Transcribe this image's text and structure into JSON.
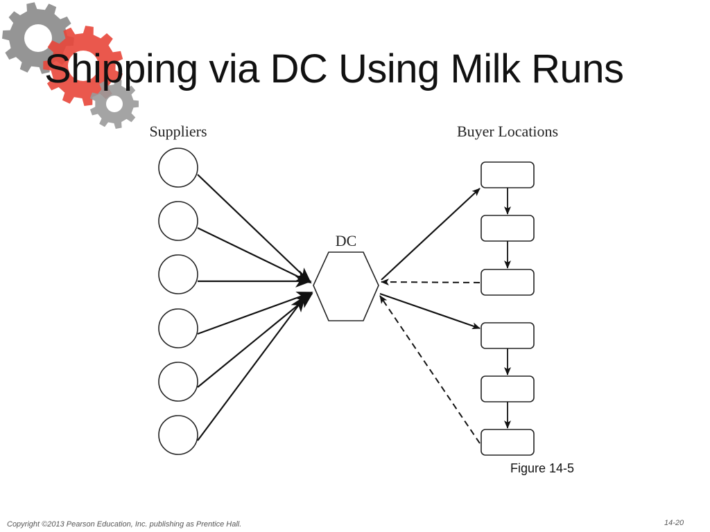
{
  "slide": {
    "title": "Shipping via DC Using Milk Runs",
    "figure_caption": "Figure 14-5",
    "copyright": "Copyright ©2013 Pearson Education, Inc. publishing as Prentice Hall.",
    "slide_number": "14-20"
  },
  "decor": {
    "icon": "gears-logo-icon",
    "gear_colors": [
      "#8a8a8a",
      "#e8463a",
      "#9a9a9a"
    ]
  },
  "diagram": {
    "suppliers_label": "Suppliers",
    "buyers_label": "Buyer Locations",
    "dc_label": "DC",
    "supplier_count": 6,
    "buyer_location_count": 6,
    "milk_runs": [
      {
        "route": "DC → buyer 1 → buyer 2 → buyer 3 → DC"
      },
      {
        "route": "DC → buyer 4 → buyer 5 → buyer 6 → DC"
      }
    ],
    "line_styles": {
      "outbound": "solid",
      "return": "dashed"
    }
  }
}
